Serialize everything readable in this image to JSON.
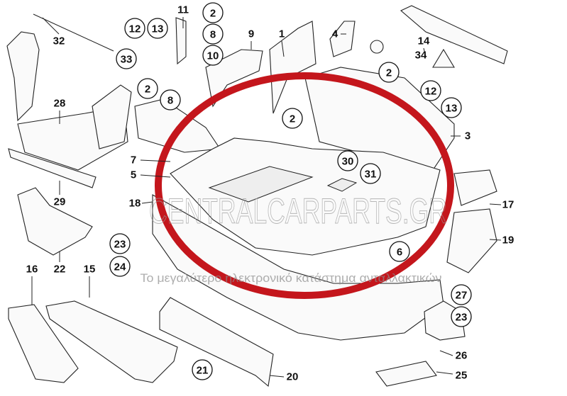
{
  "diagram": {
    "callouts_plain": [
      "32",
      "11",
      "9",
      "1",
      "4",
      "14",
      "34",
      "28",
      "3",
      "7",
      "5",
      "29",
      "18",
      "17",
      "19",
      "16",
      "22",
      "15",
      "26",
      "20",
      "25"
    ],
    "callouts_circled": [
      "12",
      "13",
      "2",
      "8",
      "10",
      "33",
      "2",
      "12",
      "13",
      "2",
      "8",
      "2",
      "30",
      "31",
      "23",
      "24",
      "6",
      "27",
      "23",
      "21"
    ],
    "highlight_color": "#c4161c"
  },
  "watermark": {
    "brand": "CENTRALCARPARTS.GR",
    "tagline": "Το μεγαλύτερο ηλεκτρονικό κατάστημα ανταλλακτικών"
  }
}
